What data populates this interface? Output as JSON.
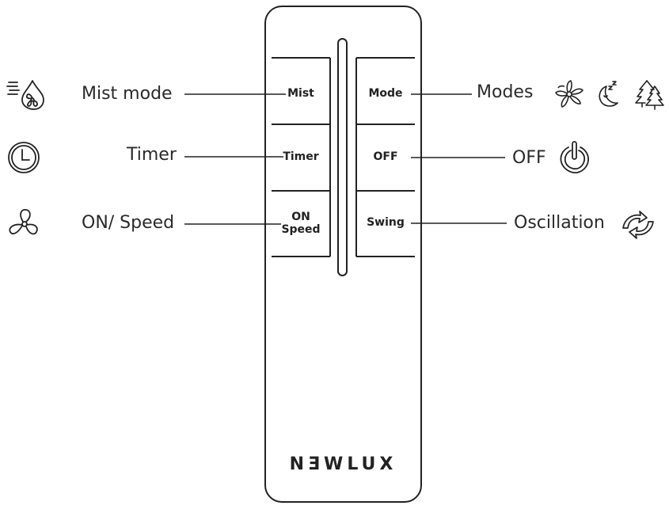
{
  "brand": "NƎWLUX",
  "buttons": {
    "mist": "Mist",
    "timer": "Timer",
    "on_speed_line1": "ON",
    "on_speed_line2": "Speed",
    "mode": "Mode",
    "off": "OFF",
    "swing": "Swing"
  },
  "labels": {
    "mist_mode": "Mist mode",
    "timer": "Timer",
    "on_speed": "ON/ Speed",
    "modes": "Modes",
    "off": "OFF",
    "oscillation": "Oscillation"
  },
  "icons": {
    "mist": "mist-fan-icon",
    "timer": "clock-icon",
    "speed": "fan-icon",
    "modes": [
      "fan-blades-icon",
      "sleep-moon-icon",
      "nature-tree-icon"
    ],
    "off": "power-icon",
    "oscillation": "oscillation-arrows-icon"
  }
}
